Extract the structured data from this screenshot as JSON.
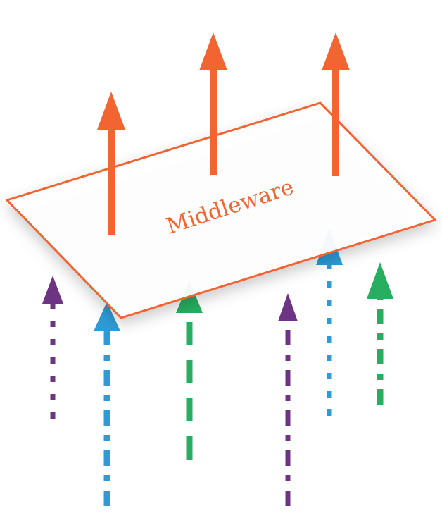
{
  "diagram": {
    "plane_label": "Middleware",
    "colors": {
      "orange": "#F26430",
      "purple": "#6C3483",
      "blue": "#2E9BD6",
      "green": "#27AE60",
      "plane_fill": "#ffffff"
    },
    "incoming_arrows": [
      {
        "name": "incoming-arrow-purple-1",
        "color": "purple",
        "style": "dotted"
      },
      {
        "name": "incoming-arrow-blue-1",
        "color": "blue",
        "style": "dash-dot"
      },
      {
        "name": "incoming-arrow-green-1",
        "color": "green",
        "style": "dashed"
      },
      {
        "name": "incoming-arrow-purple-2",
        "color": "purple",
        "style": "dash-dot"
      },
      {
        "name": "incoming-arrow-blue-2",
        "color": "blue",
        "style": "dotted"
      },
      {
        "name": "incoming-arrow-green-2",
        "color": "green",
        "style": "dash-dot"
      }
    ],
    "outgoing_arrows": [
      {
        "name": "outgoing-arrow-1",
        "color": "orange",
        "style": "solid"
      },
      {
        "name": "outgoing-arrow-2",
        "color": "orange",
        "style": "solid"
      },
      {
        "name": "outgoing-arrow-3",
        "color": "orange",
        "style": "solid"
      }
    ]
  }
}
